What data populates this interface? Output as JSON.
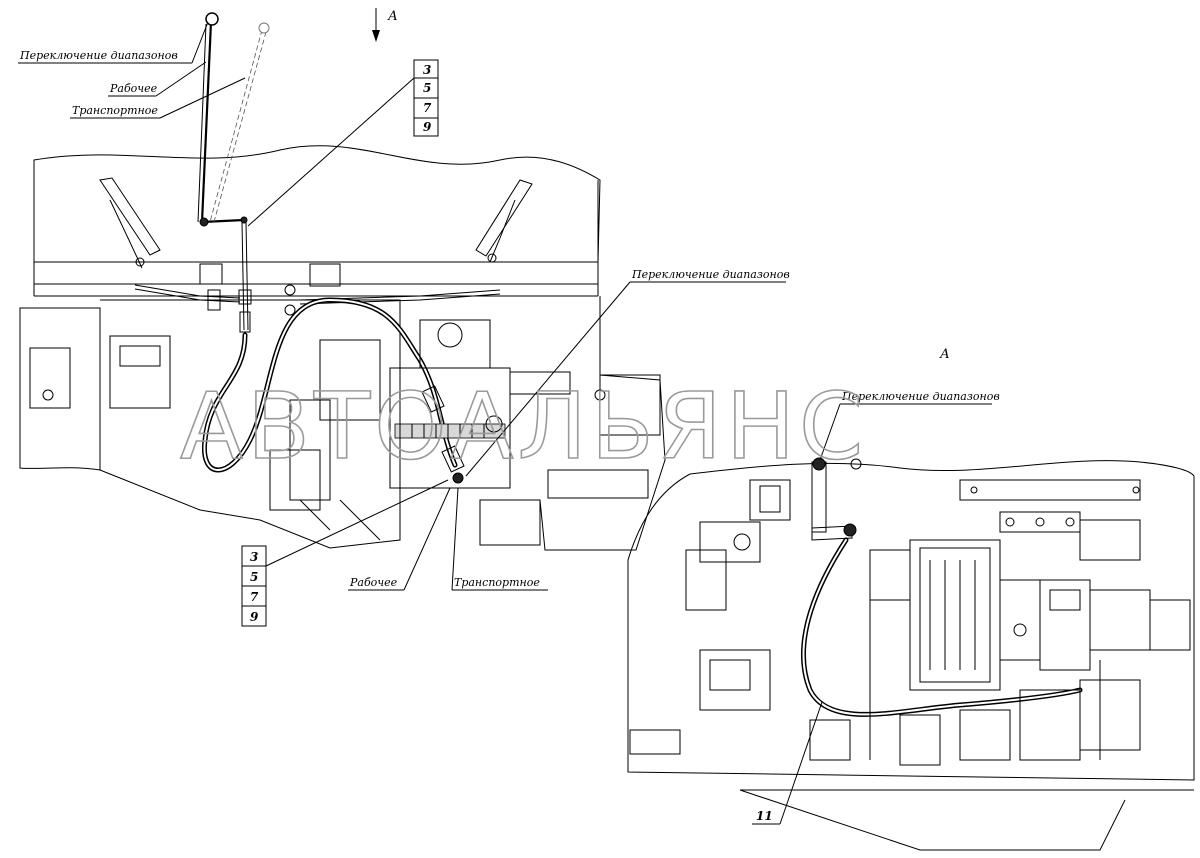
{
  "view_marker": "А",
  "watermark": "АВТОАЛЬЯНС",
  "top_labels": {
    "range_switch": "Переключение диапазонов",
    "working": "Рабочее",
    "transport": "Транспортное"
  },
  "mid_label": "Переключение диапазонов",
  "bottom_labels": {
    "working": "Рабочее",
    "transport": "Транспортное"
  },
  "inset": {
    "title": "А",
    "range_switch": "Переключение диапазонов",
    "callout": "11"
  },
  "callout_stack_top": [
    "3",
    "5",
    "7",
    "9"
  ],
  "callout_stack_bottom": [
    "3",
    "5",
    "7",
    "9"
  ]
}
